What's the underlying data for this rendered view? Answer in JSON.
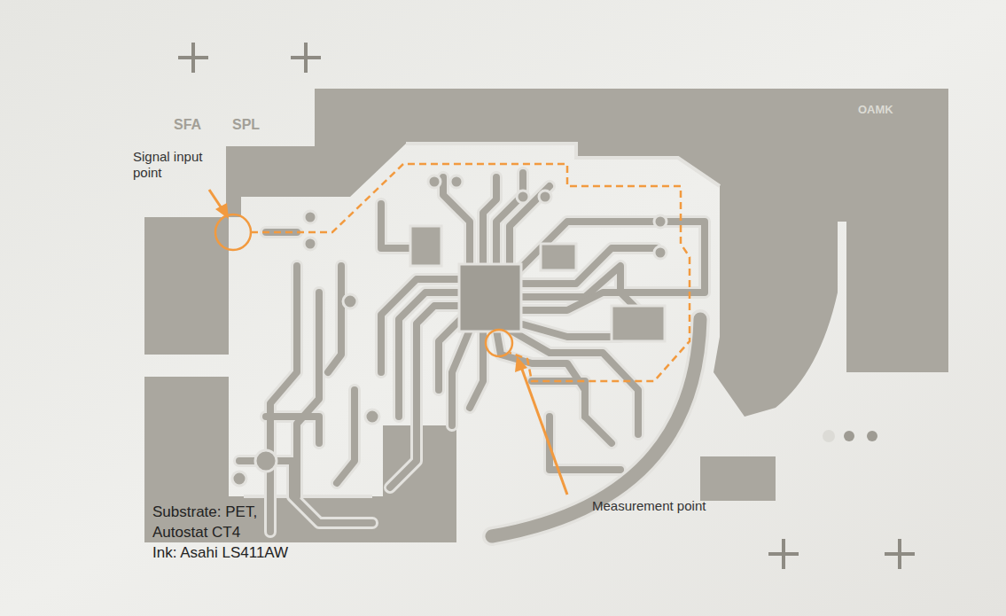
{
  "diagram": {
    "labels": [
      "SFA",
      "SPL",
      "OAMK",
      "Signal input point",
      "Measurement point",
      "Substrate: PET,",
      "Autostat CT4",
      "Ink: Asahi LS411AW"
    ]
  }
}
